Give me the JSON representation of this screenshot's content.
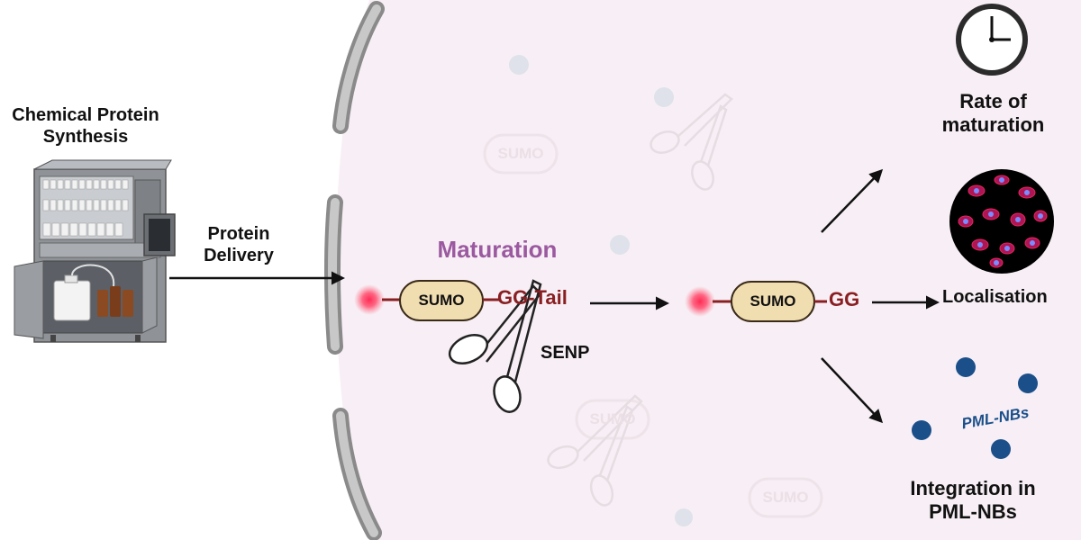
{
  "left": {
    "title_line1": "Chemical Protein",
    "title_line2": "Synthesis",
    "delivery_line1": "Protein",
    "delivery_line2": "Delivery"
  },
  "center": {
    "maturation": "Maturation",
    "sumo_label": "SUMO",
    "tail_label": "GG-Tail",
    "enzyme_label": "SENP",
    "product_sumo": "SUMO",
    "product_tail": "GG"
  },
  "background_sumo": [
    "SUMO",
    "SUMO",
    "SUMO"
  ],
  "right": {
    "rate_line1": "Rate of",
    "rate_line2": "maturation",
    "localisation": "Localisation",
    "pml_label": "PML-NBs",
    "integration_line1": "Integration in",
    "integration_line2": "PML-NBs"
  },
  "colors": {
    "maturation": "#9b59a0",
    "tail": "#8a1f22",
    "pill_fill": "#f0ddb0",
    "pml_dot": "#1b4f8a",
    "cell": "#f7eff5"
  }
}
